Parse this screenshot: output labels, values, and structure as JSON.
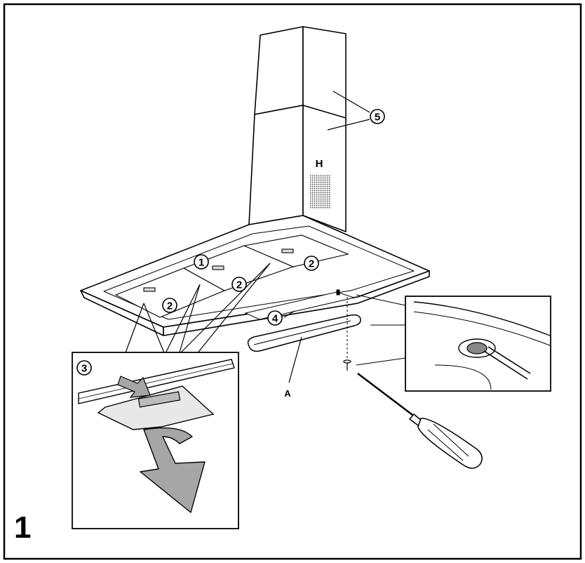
{
  "figure": {
    "number": "1",
    "callouts": {
      "c1": "1",
      "c2a": "2",
      "c2b": "2",
      "c2c": "2",
      "c3": "3",
      "c4": "4",
      "c5": "5"
    },
    "letters": {
      "h": "H",
      "a": "A"
    }
  },
  "colors": {
    "line": "#000000",
    "paper": "#ffffff",
    "arrow_fill": "#a6a6a6",
    "chimney_shade": "#f2f2f2"
  },
  "icons": [
    "chimney-hood",
    "grease-filter",
    "screwdriver",
    "screw",
    "removal-arrow"
  ]
}
